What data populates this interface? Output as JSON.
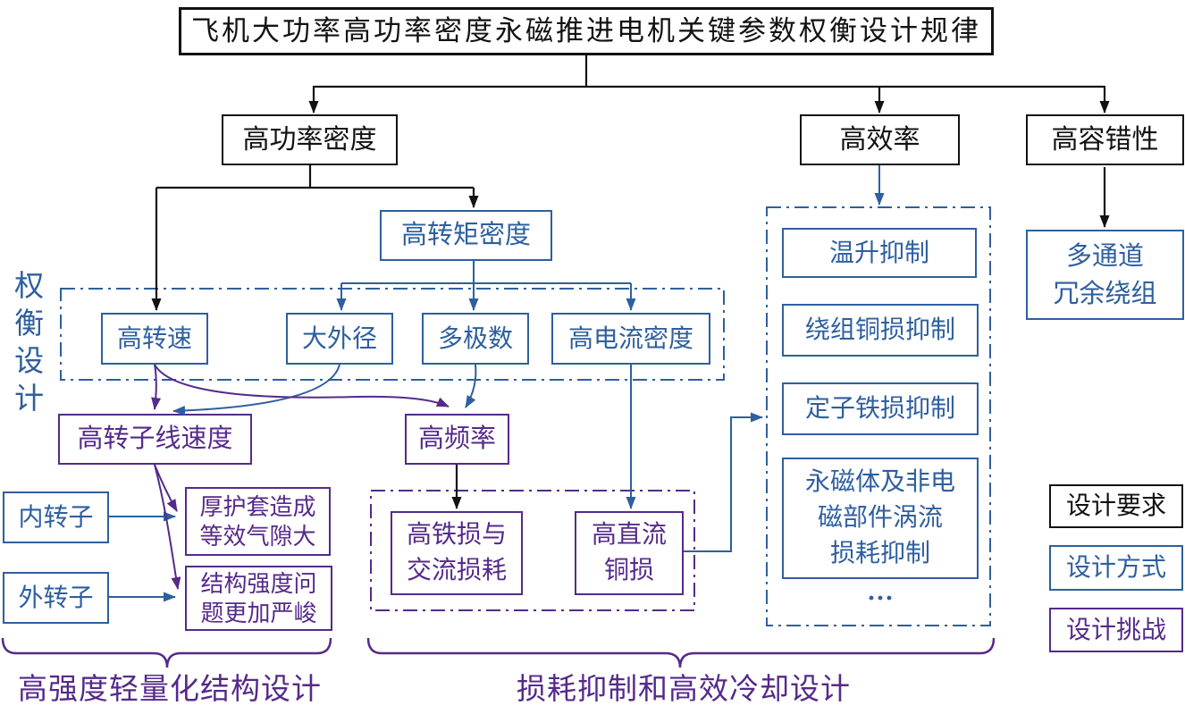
{
  "colors": {
    "requirement_border": "#121212",
    "method_blue": "#2e5f9e",
    "challenge_purple": "#552a8a"
  },
  "nodes": {
    "title": "飞机大功率高功率密度永磁推进电机关键参数权衡设计规律",
    "power_density": "高功率密度",
    "efficiency": "高效率",
    "fault_tolerance": "高容错性",
    "torque_density": "高转矩密度",
    "tradeoff_design": "权衡设计",
    "high_speed": "高转速",
    "large_outer_diameter": "大外径",
    "multi_pole": "多极数",
    "high_current_density": "高电流密度",
    "high_rotor_tip_speed": "高转子线速度",
    "high_frequency": "高频率",
    "inner_rotor": "内转子",
    "outer_rotor": "外转子",
    "thick_sleeve": "厚护套造成\n等效气隙大",
    "structural_strength": "结构强度问\n题更加严峻",
    "high_iron_ac_loss": "高铁损与\n交流损耗",
    "high_dc_copper_loss": "高直流\n铜损",
    "temperature_rise": "温升抑制",
    "winding_copper_loss": "绕组铜损抑制",
    "stator_iron_loss": "定子铁损抑制",
    "pm_eddy_loss": "永磁体及非电\n磁部件涡流\n损耗抑制",
    "more_ellipsis": "···",
    "multi_channel_winding": "多通道\n冗余绕组"
  },
  "legend": {
    "requirement": "设计要求",
    "method": "设计方式",
    "challenge": "设计挑战"
  },
  "captions": {
    "left": "高强度轻量化结构设计",
    "right": "损耗抑制和高效冷却设计"
  }
}
